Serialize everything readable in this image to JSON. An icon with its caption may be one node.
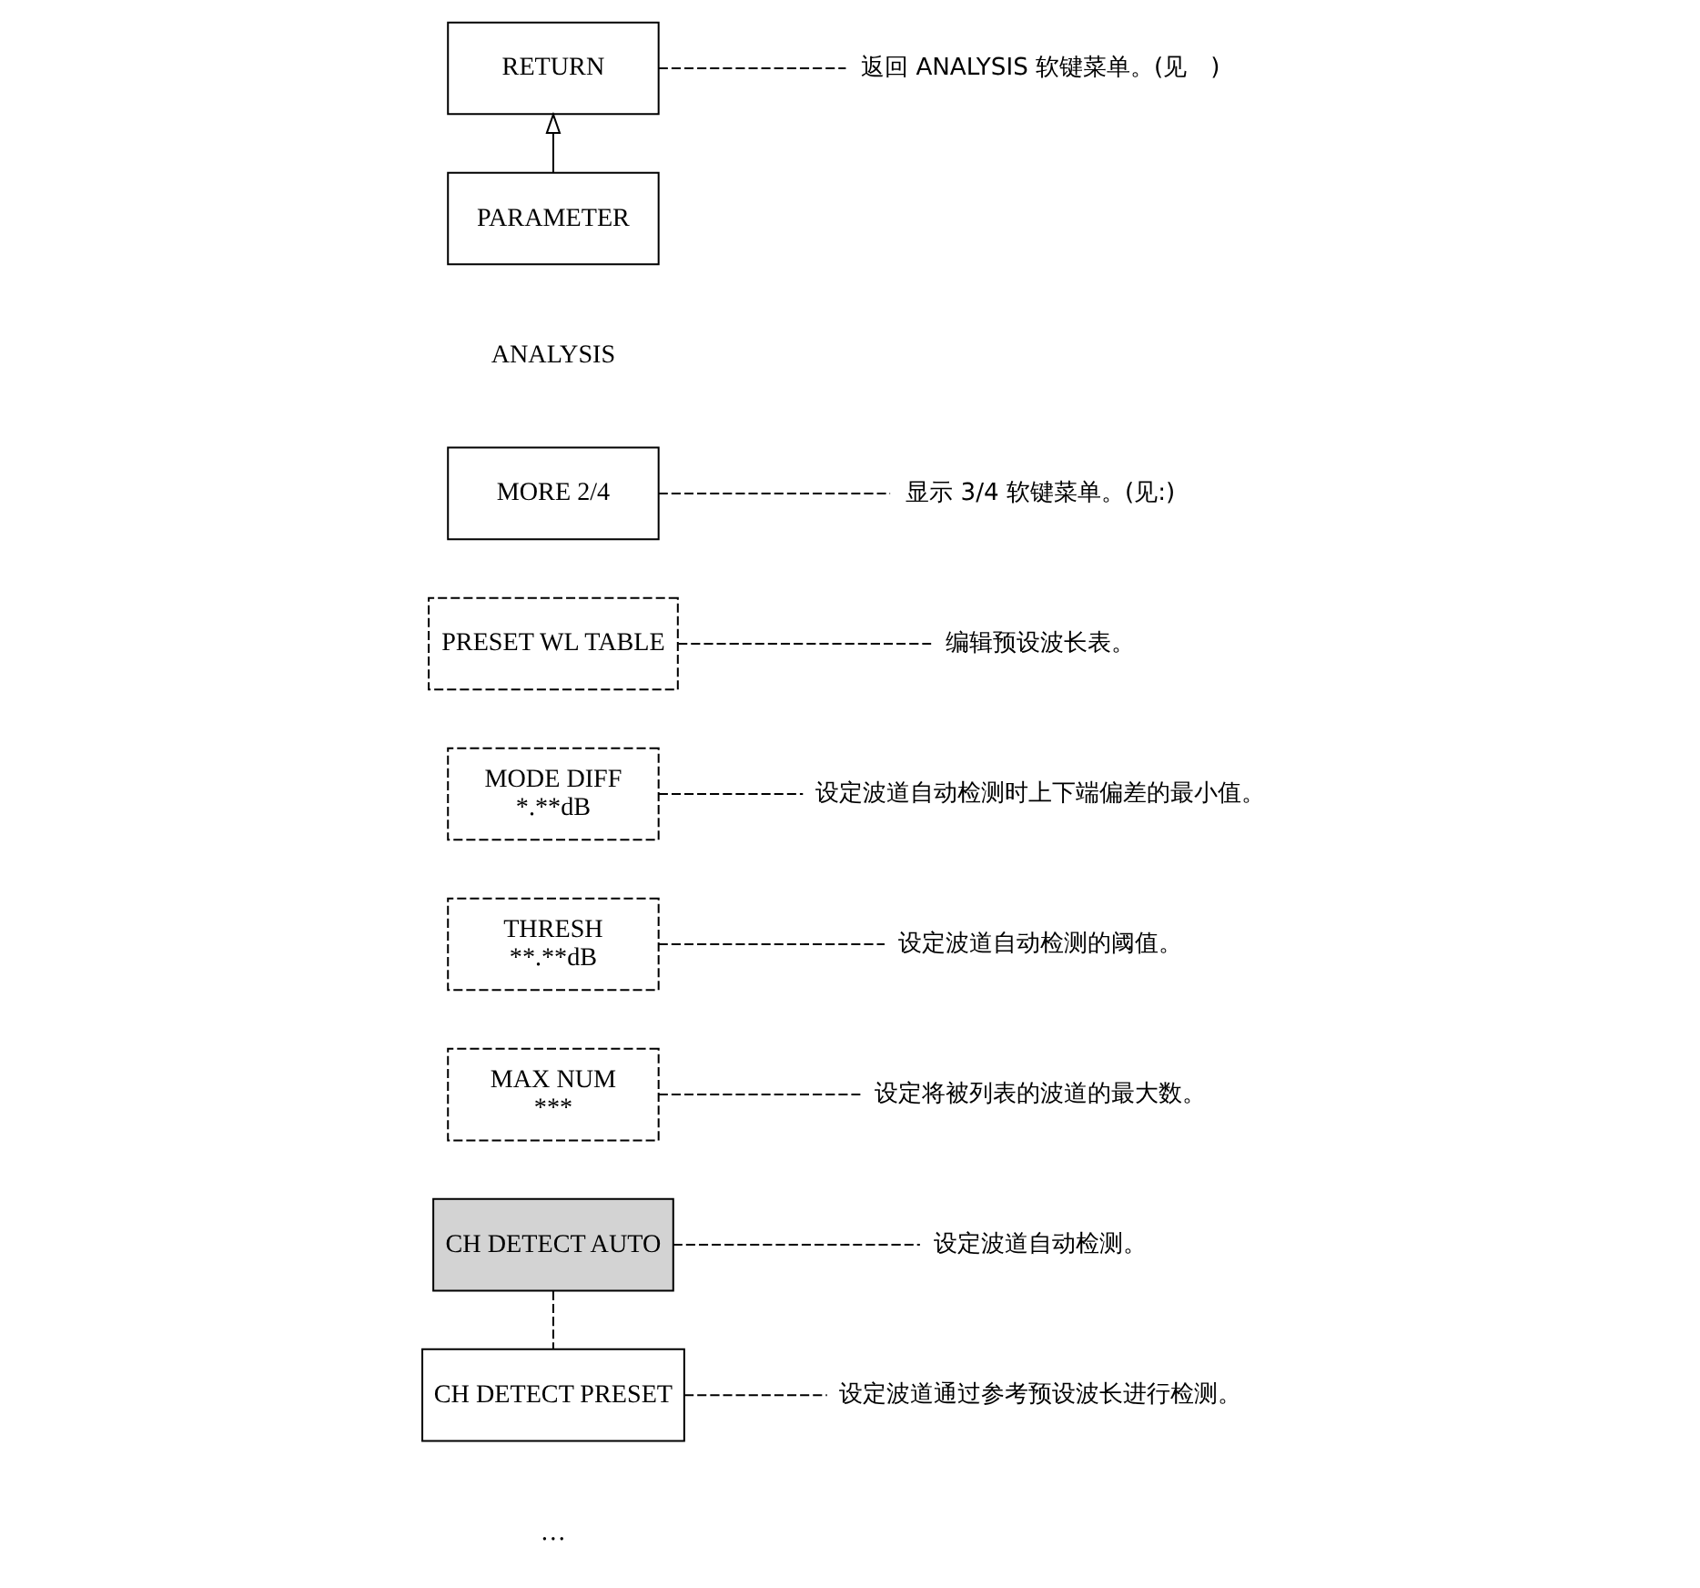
{
  "diagram": {
    "nodes": [
      {
        "text": [
          "CH DETECT AUTO"
        ]
      },
      {
        "text": [
          "设定波道自动检测。"
        ]
      },
      {
        "text": [
          "CH DETECT PRESET"
        ]
      },
      {
        "text": [
          "设定波道通过参考预设波长进行检测。"
        ]
      },
      {
        "text": [
          "MAX NUM",
          "***"
        ]
      },
      {
        "text": [
          "设定将被列表的波道的最大数。"
        ]
      },
      {
        "text": [
          "THRESH",
          "**.**dB"
        ]
      },
      {
        "text": [
          "设定波道自动检测的阈值。"
        ]
      },
      {
        "text": [
          "MODE DIFF",
          "*.**dB"
        ]
      },
      {
        "text": [
          "设定波道自动检测时上下端偏差的最小值。"
        ]
      },
      {
        "text": [
          "PRESET WL TABLE"
        ]
      },
      {
        "text": [
          "编辑预设波长表。"
        ]
      },
      {
        "text": [
          "MORE 2/4"
        ]
      },
      {
        "text": [
          "显示 3/4 软键菜单。(见:)"
        ]
      },
      {
        "text": [
          "RETURN"
        ]
      },
      {
        "text": [
          "返回 ANALYSIS 软键菜单。(见　)"
        ]
      },
      {
        "text": [
          "PARAMETER"
        ]
      }
    ],
    "edges": [
      {
        "from": 0,
        "to": 2,
        "arrow": "none",
        "style": "dashed"
      },
      {
        "from": 0,
        "to": 1,
        "arrow": "none",
        "style": "dashed"
      },
      {
        "from": 2,
        "to": 3,
        "arrow": "none",
        "style": "dashed"
      },
      {
        "from": 4,
        "to": 5,
        "arrow": "none",
        "style": "dashed"
      },
      {
        "from": 6,
        "to": 7,
        "arrow": "none",
        "style": "dashed"
      },
      {
        "from": 8,
        "to": 9,
        "arrow": "none",
        "style": "dashed"
      },
      {
        "from": 10,
        "to": 11,
        "arrow": "none",
        "style": "dashed"
      },
      {
        "from": 12,
        "to": 13,
        "arrow": "none",
        "style": "dashed"
      },
      {
        "from": 14,
        "to": 15,
        "arrow": "none",
        "style": "dashed"
      },
      {
        "from": 16,
        "to": 14,
        "arrow": "to"
      }
    ],
    "labels": [
      "…",
      "ANALYSIS"
    ]
  }
}
